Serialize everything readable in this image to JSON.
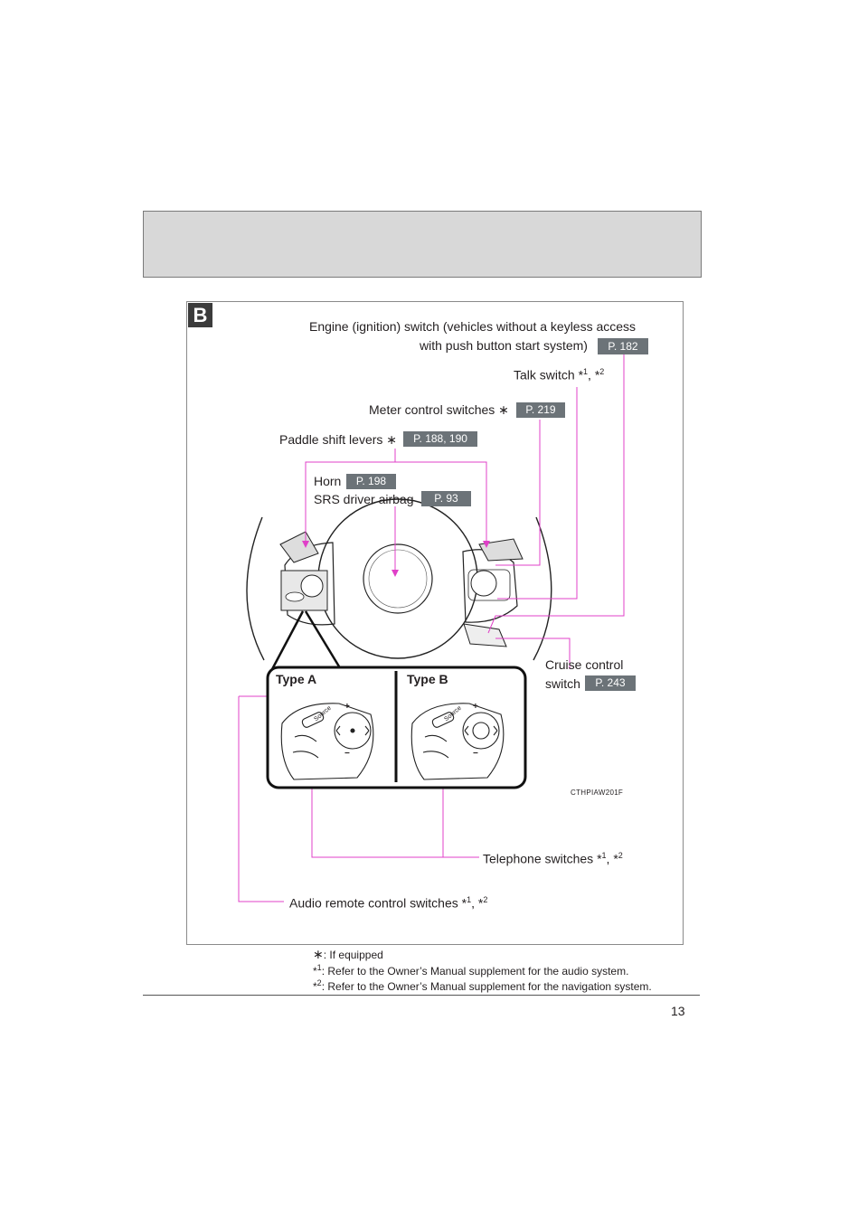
{
  "page_number": "13",
  "section_badge": "B",
  "labels": {
    "engine_line1": "Engine (ignition) switch (vehicles without a keyless access",
    "engine_line2": "with push button start system)",
    "engine_ref": "P. 182",
    "talk": "Talk switch *",
    "talk_sup1": "1",
    "talk_sep": ", *",
    "talk_sup2": "2",
    "meter": "Meter control switches ∗",
    "meter_ref": "P. 219",
    "paddle": "Paddle shift levers ∗",
    "paddle_ref": "P. 188, 190",
    "horn": "Horn",
    "horn_ref": "P. 198",
    "srs": "SRS driver airbag",
    "srs_ref": "P. 93",
    "cruise_line1": "Cruise control",
    "cruise_line2": "switch",
    "cruise_ref": "P. 243",
    "type_a": "Type A",
    "type_b": "Type B",
    "figure_code": "CTHPIAW201F",
    "telephone": "Telephone switches *",
    "telephone_sup1": "1",
    "telephone_sep": ", *",
    "telephone_sup2": "2",
    "audio": "Audio remote control switches *",
    "audio_sup1": "1",
    "audio_sep": ", *",
    "audio_sup2": "2"
  },
  "footnotes": {
    "f0_mark": "∗",
    "f0_text": ": If equipped",
    "f1_mark": "*",
    "f1_sup": "1",
    "f1_text": ": Refer to the Owner’s Manual supplement for the audio system.",
    "f2_mark": "*",
    "f2_sup": "2",
    "f2_text": ": Refer to the Owner’s Manual supplement for the navigation system."
  },
  "switch_glyphs": {
    "source": "Source",
    "vol_up": "+",
    "vol_down": "−"
  },
  "colors": {
    "callout_line": "#e040c8",
    "ref_badge": "#6c7378",
    "header_band": "#d8d8d8"
  }
}
